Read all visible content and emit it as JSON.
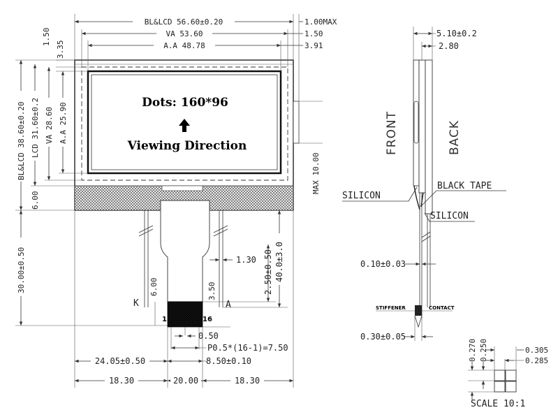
{
  "front_view": {
    "dim_bl_lcd_width": "BL&LCD 56.60±0.20",
    "dim_va_width": "VA 53.60",
    "dim_aa_width": "A.A 48.78",
    "dim_max_right": "1.00MAX",
    "dim_right_150": "1.50",
    "dim_right_391": "3.91",
    "dim_left_150": "1.50",
    "dim_left_335": "3.35",
    "dim_bl_lcd_height": "BL&LCD 38.60±0.20",
    "dim_lcd_height": "LCD 31.60±0.2",
    "dim_va_height": "VA 28.60",
    "dim_aa_height": "A.A 25.90",
    "dim_bottom_600": "6.00",
    "dim_fpc_length": "30.00±0.50",
    "dim_max_thickness": "MAX 10.00",
    "dots_text": "Dots: 160*96",
    "viewing_text": "Viewing Direction",
    "dim_130": "1.30",
    "dim_250": "2.50±0.50",
    "dim_400": "40.0±3.0",
    "dim_350": "3.50",
    "dim_k600": "6.00",
    "pin_k": "K",
    "pin_a": "A",
    "pin_1": "1",
    "pin_16": "16",
    "dim_050": "0.50",
    "dim_pitch": "P0.5*(16-1)=7.50",
    "dim_2405": "24.05±0.50",
    "dim_850": "8.50±0.10",
    "dim_1830_left": "18.30",
    "dim_2000": "20.00",
    "dim_1830_right": "18.30"
  },
  "side_view": {
    "dim_510": "5.10±0.2",
    "dim_280": "2.80",
    "front_label": "FRONT",
    "back_label": "BACK",
    "silicon_left": "SILICON",
    "black_tape": "BLACK TAPE",
    "silicon_right": "SILICON",
    "dim_010": "0.10±0.03",
    "stiffener": "STIFFENER",
    "contact": "CONTACT",
    "dim_030": "0.30±0.05"
  },
  "detail": {
    "dim_0270": "0.270",
    "dim_0250": "0.250",
    "dim_0305": "0.305",
    "dim_0285": "0.285",
    "scale": "SCALE 10:1"
  }
}
